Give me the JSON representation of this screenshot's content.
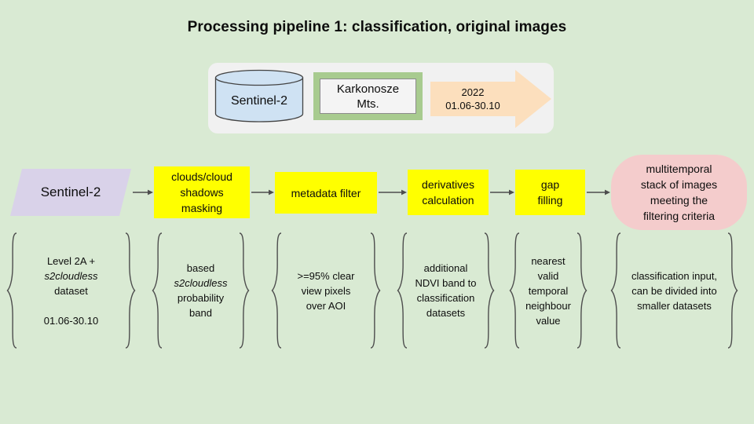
{
  "title": "Processing pipeline 1: classification, original images",
  "header": {
    "source_label": "Sentinel-2",
    "aoi_lines": [
      "Karkonosze",
      "Mts."
    ],
    "period_lines": [
      "2022",
      "01.06-30.10"
    ]
  },
  "pipeline": {
    "steps": [
      {
        "id": "sentinel2-input",
        "shape": "parallelogram",
        "lines": [
          "Sentinel-2"
        ]
      },
      {
        "id": "cloud-masking",
        "shape": "process",
        "lines": [
          "clouds/cloud",
          "shadows",
          "masking"
        ]
      },
      {
        "id": "metadata-filter",
        "shape": "process",
        "lines": [
          "metadata filter"
        ]
      },
      {
        "id": "derivatives-calculation",
        "shape": "process",
        "lines": [
          "derivatives",
          "calculation"
        ]
      },
      {
        "id": "gap-filling",
        "shape": "process",
        "lines": [
          "gap",
          "filling"
        ]
      },
      {
        "id": "output-stack",
        "shape": "terminator",
        "lines": [
          "multitemporal",
          "stack of images",
          "meeting the",
          "filtering criteria"
        ]
      }
    ]
  },
  "annotations": [
    {
      "lines": [
        "Level 2A +",
        "s2cloudless",
        "dataset",
        "",
        "01.06-30.10"
      ]
    },
    {
      "lines": [
        "based",
        "s2cloudless",
        "probability",
        "band"
      ]
    },
    {
      "lines": [
        ">=95% clear",
        "view pixels",
        "over AOI"
      ]
    },
    {
      "lines": [
        "additional",
        "NDVI band to",
        "classification",
        "datasets"
      ]
    },
    {
      "lines": [
        "nearest",
        "valid",
        "temporal",
        "neighbour",
        "value"
      ]
    },
    {
      "lines": [
        "classification input,",
        "can be divided into",
        "smaller datasets"
      ]
    }
  ],
  "colors": {
    "background": "#d9ead3",
    "panel": "#f1f1f1",
    "cylinder": "#cfe2f3",
    "aoi-frame": "#a8cb8f",
    "aoi-inner": "#f4f4f4",
    "arrow-fill": "#fcdfbd",
    "process": "#ffff00",
    "input": "#d9d2e9",
    "output": "#f4cccc",
    "stroke": "#4d4d4d",
    "text": "#0d0d0d"
  }
}
